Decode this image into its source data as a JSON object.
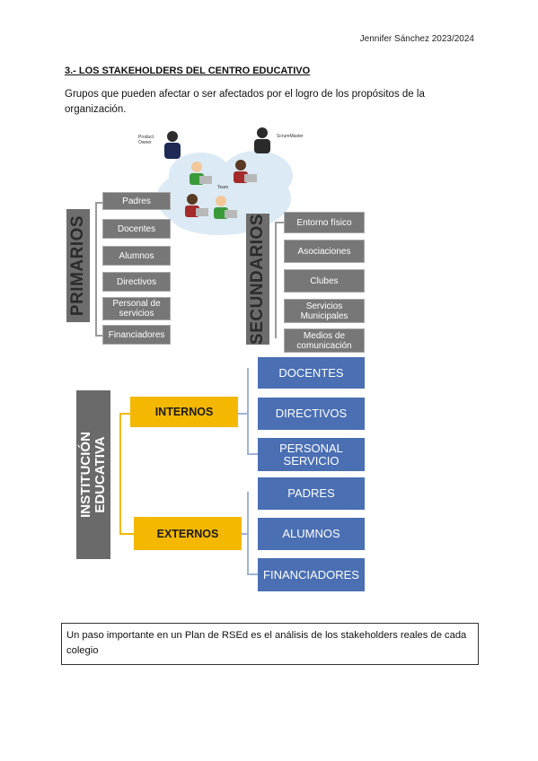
{
  "header": {
    "author_year": "Jennifer Sánchez 2023/2024"
  },
  "section": {
    "title": "3.- LOS STAKEHOLDERS DEL CENTRO EDUCATIVO",
    "intro": "Grupos que pueden afectar o ser afectados por el logro de los propósitos de la organización."
  },
  "diagram1": {
    "roles": {
      "product_owner": "Product Owner",
      "scrum_master": "ScrumMaster",
      "team": "Team"
    },
    "primary_label": "PRIMARIOS",
    "primary_items": [
      "Padres",
      "Docentes",
      "Alumnos",
      "Directivos",
      "Personal de servicios",
      "Financiadores"
    ],
    "secondary_label": "SECUNDARIOS",
    "secondary_items": [
      "Entorno físico",
      "Asociaciones",
      "Clubes",
      "Servicios Municipales",
      "Medios de comunicación"
    ]
  },
  "diagram2": {
    "root_label": "INSTITUCIÓN EDUCATIVA",
    "internal_label": "INTERNOS",
    "internal_items": [
      "DOCENTES",
      "DIRECTIVOS",
      "PERSONAL SERVICIO"
    ],
    "external_label": "EXTERNOS",
    "external_items": [
      "PADRES",
      "ALUMNOS",
      "FINANCIADORES"
    ],
    "colors": {
      "yellow": "#f4b800",
      "blue": "#4a6fb3",
      "gray": "#6a6a6a"
    }
  },
  "note": {
    "text": "Un paso importante en un Plan de RSEd es el análisis de los stakeholders reales de cada colegio"
  }
}
